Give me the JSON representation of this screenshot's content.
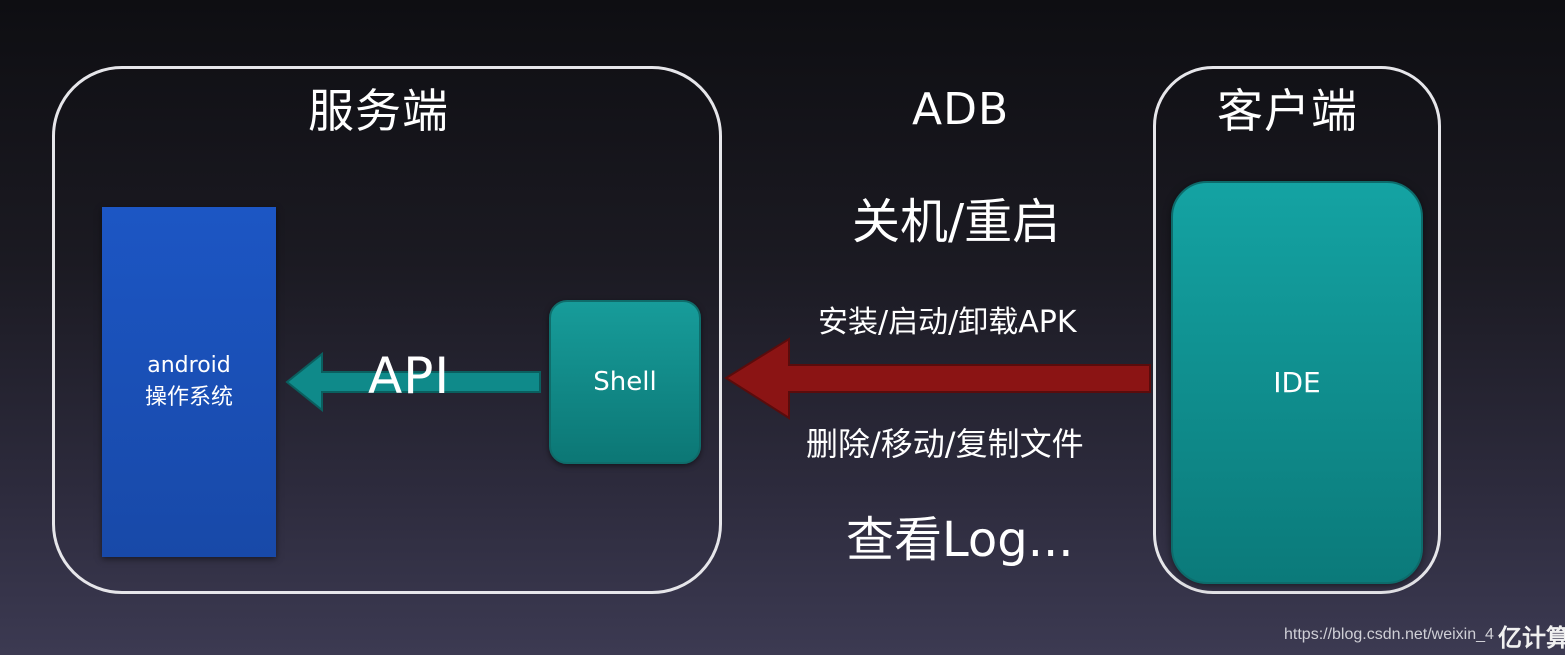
{
  "server": {
    "title": "服务端"
  },
  "client": {
    "title": "客户端"
  },
  "adb": {
    "title": "ADB"
  },
  "android": {
    "line1": "android",
    "line2": "操作系统",
    "color": "#1a50b8"
  },
  "shell": {
    "label": "Shell",
    "color": "#12908e"
  },
  "ide": {
    "label": "IDE",
    "color": "#0f8f8f"
  },
  "api": {
    "label": "API",
    "arrow_color": "#0f8a8a"
  },
  "adb_arrow": {
    "color": "#8b1414"
  },
  "commands": [
    "关机/重启",
    "安装/启动/卸载APK",
    "删除/移动/复制文件",
    "查看Log..."
  ],
  "watermark": {
    "url": "https://blog.csdn.net/weixin_4",
    "logo": "亿计算"
  }
}
